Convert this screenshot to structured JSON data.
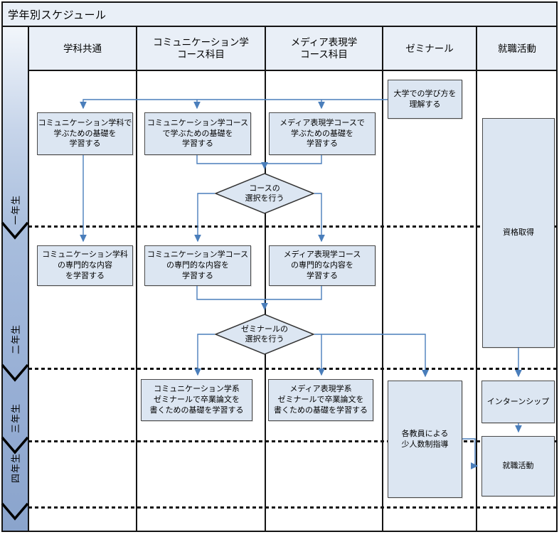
{
  "title": "学年別スケジュール",
  "columns": [
    {
      "label": "学科共通"
    },
    {
      "label": "コミュニケーション学\nコース科目"
    },
    {
      "label": "メディア表現学\nコース科目"
    },
    {
      "label": "ゼミナール"
    },
    {
      "label": "就職活動"
    }
  ],
  "years": [
    {
      "label": "一年生"
    },
    {
      "label": "二年生"
    },
    {
      "label": "三年生"
    },
    {
      "label": "四年生"
    }
  ],
  "nodes": {
    "understand": "大学での学び方を\n理解する",
    "y1_common": "コミュニケーション学科で\n学ぶための基礎を\n学習する",
    "y1_comm": "コミュニケーション学コース\nで学ぶための基礎を\n学習する",
    "y1_media": "メディア表現学コースで\n学ぶための基礎を\n学習する",
    "course_choice": "コースの\n選択を行う",
    "qualification": "資格取得",
    "y2_common": "コミュニケーション学科\nの専門的な内容\nを学習する",
    "y2_comm": "コミュニケーション学コース\nの専門的な内容を\n学習する",
    "y2_media": "メディア表現学コース\nの専門的な内容を\n学習する",
    "seminar_choice": "ゼミナールの\n選択を行う",
    "y3_comm": "コミュニケーション学系\nゼミナールで卒業論文を\n書くための基礎を学習する",
    "y3_media": "メディア表現学系\nゼミナールで卒業論文を\n書くための基礎を学習する",
    "faculty": "各教員による\n少人数制指導",
    "internship": "インターンシップ",
    "job_hunting": "就職活動"
  },
  "colors": {
    "node_fill": "#dce6f2",
    "node_border": "#4a4a4a",
    "arrow": "#4a7ebb",
    "header_fill": "#e9eff7",
    "band_top": "#f2f6fb",
    "band_bottom": "#8aa4cc",
    "grid_line": "#141414"
  }
}
